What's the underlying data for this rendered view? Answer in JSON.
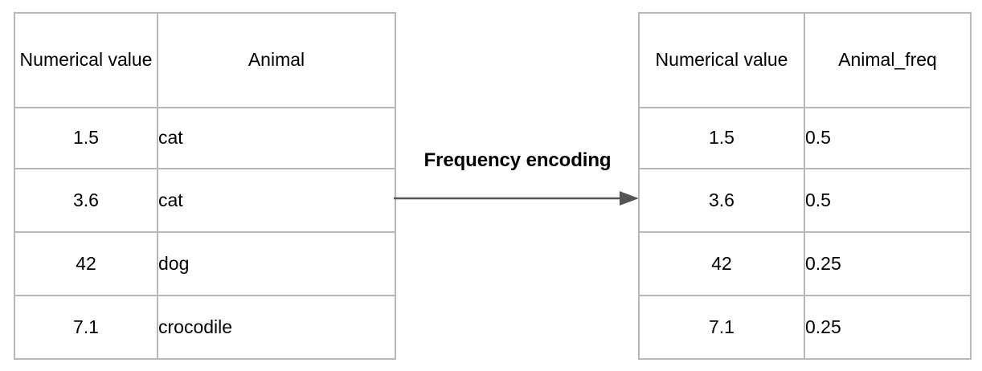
{
  "diagram": {
    "title_label": "Frequency encoding",
    "arrow_icon": "arrow-right-icon",
    "border_color": "#b7b7b7",
    "arrow_color": "#555555",
    "text_color": "#000000",
    "background_color": "#ffffff"
  },
  "source_table": {
    "name": "input-table",
    "headers": [
      "Numerical value",
      "Animal"
    ],
    "rows": [
      {
        "value": "1.5",
        "animal": "cat"
      },
      {
        "value": "3.6",
        "animal": "cat"
      },
      {
        "value": "42",
        "animal": "dog"
      },
      {
        "value": "7.1",
        "animal": "crocodile"
      }
    ]
  },
  "result_table": {
    "name": "output-table",
    "headers": [
      "Numerical value",
      "Animal_freq"
    ],
    "rows": [
      {
        "value": "1.5",
        "freq": "0.5"
      },
      {
        "value": "3.6",
        "freq": "0.5"
      },
      {
        "value": "42",
        "freq": "0.25"
      },
      {
        "value": "7.1",
        "freq": "0.25"
      }
    ]
  }
}
